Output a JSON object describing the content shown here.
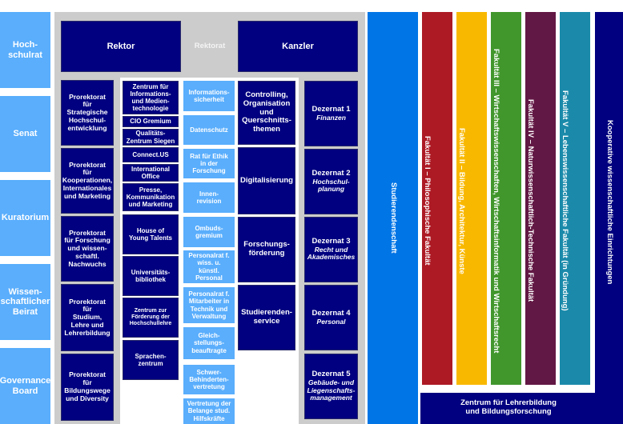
{
  "left_boards": [
    {
      "label": "Hoch-\nschulrat"
    },
    {
      "label": "Senat"
    },
    {
      "label": "Kuratorium"
    },
    {
      "label": "Wissen-\nschaftlicher\nBeirat"
    },
    {
      "label": "Governance\nBoard"
    }
  ],
  "rektorat": {
    "title": "Rektorat",
    "rektor": "Rektor",
    "kanzler": "Kanzler"
  },
  "prorektorate": [
    "Prorektorat\nfür\nStrategische\nHochschul-\nentwicklung",
    "Prorektorat\nfür\nKooperationen,\nInternationales\nund Marketing",
    "Prorektorat\nfür Forschung\nund wissen-\nschaftl.\nNachwuchs",
    "Prorektorat\nfür\nStudium,\nLehre und\nLehrerbildung",
    "Prorektorat\nfür\nBildungswege\nund Diversity"
  ],
  "central_units": [
    "Zentrum für\nInformations-\nund Medien-\ntechnologie",
    "CIO Gremium",
    "Qualitäts-\nZentrum Siegen",
    "Connect.US",
    "International\nOffice",
    "Presse,\nKommunikation\nund Marketing",
    "House of\nYoung Talents",
    "Universitäts-\nbibliothek",
    "Zentrum zur\nFörderung der\nHochschullehre",
    "Sprachen-\nzentrum"
  ],
  "staff_units": [
    "Informations-\nsicherheit",
    "Datenschutz",
    "Rat für Ethik\nin der\nForschung",
    "Innen-\nrevision",
    "Ombuds-\ngremium",
    "Personalrat f.\nwiss. u.\nkünstl.\nPersonal",
    "Personalrat f.\nMitarbeiter in\nTechnik und\nVerwaltung",
    "Gleich-\nstellungs-\nbeauftragte",
    "Schwer-\nBehinderten-\nvertretung",
    "Vertretung der\nBelange stud.\nHilfskräfte"
  ],
  "kanzler_units": [
    "Controlling,\nOrganisation\nund\nQuerschnitts-\nthemen",
    "Digitalisierung",
    "Forschungs-\nförderung",
    "Studierenden-\nservice"
  ],
  "dezernate": [
    {
      "title": "Dezernat 1",
      "subtitle": "Finanzen"
    },
    {
      "title": "Dezernat 2",
      "subtitle": "Hochschul-\nplanung"
    },
    {
      "title": "Dezernat 3",
      "subtitle": "Recht und\nAkademisches"
    },
    {
      "title": "Dezernat 4",
      "subtitle": "Personal"
    },
    {
      "title": "Dezernat 5",
      "subtitle": "Gebäude- und\nLiegenschafts-\nmanagement"
    }
  ],
  "studierendenschaft": "Studierendenschaft",
  "fakultaeten": [
    {
      "label": "Fakultät I – Philosophische Fakultät",
      "color": "#ad1a24"
    },
    {
      "label": "Fakultät II – Bildung, Architektur, Künste",
      "color": "#f9b800"
    },
    {
      "label": "Fakultät III – Wirtschaftswissenschaften, Wirtschaftsinformatik und Wirtschaftsrecht",
      "color": "#41962c"
    },
    {
      "label": "Fakultät IV – Naturwissenschaftlich-Technische Fakultät",
      "color": "#621844"
    },
    {
      "label": "Fakultät V – Lebenswissenschaftliche Fakultät (in Gründung)",
      "color": "#1b8aaa"
    }
  ],
  "zentrum_lehrerbildung": "Zentrum für Lehrerbildung\nund Bildungsforschung",
  "kooperative": "Kooperative wissenschaftliche Einrichtungen",
  "colors": {
    "light_blue": "#5aaefc",
    "dark_blue": "#000080",
    "grey": "#cccccc",
    "student_blue": "#0075e6"
  }
}
